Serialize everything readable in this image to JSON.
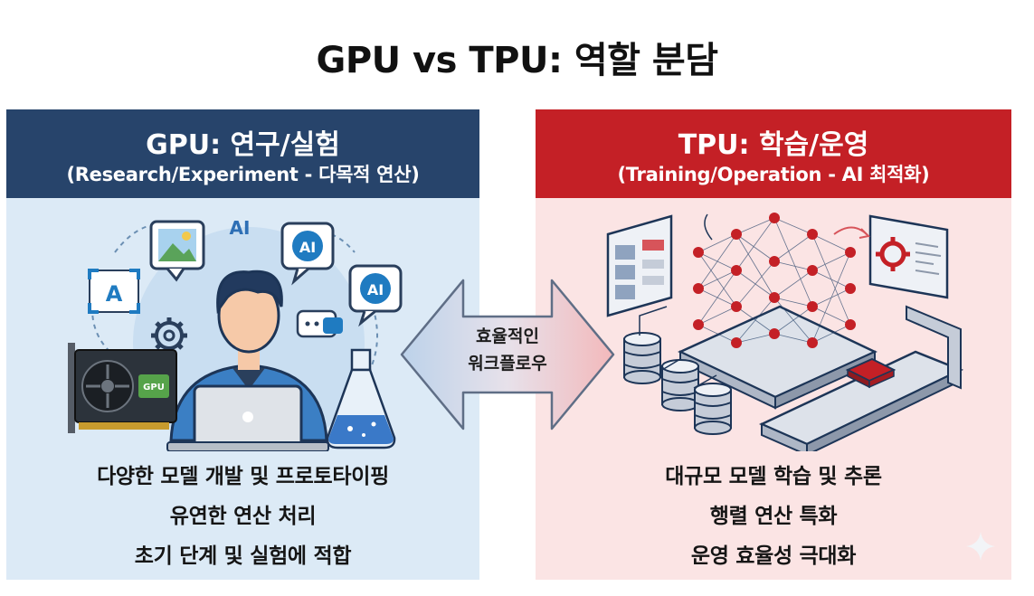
{
  "title": "GPU vs TPU: 역할 분담",
  "left_panel": {
    "heading": "GPU: 연구/실험",
    "subheading": "(Research/Experiment - 다목적 연산)",
    "illustration": {
      "ai_text": "AI",
      "bubble_ai_1": "AI",
      "bubble_ai_2": "AI",
      "gpu_card_label": "GPU",
      "image_icon_letter": "A"
    },
    "bullets": [
      "다양한 모델 개발 및 프로토타이핑",
      "유연한 연산 처리",
      "초기 단계 및 실험에 적합"
    ]
  },
  "right_panel": {
    "heading": "TPU: 학습/운영",
    "subheading": "(Training/Operation - AI 최적화)",
    "bullets": [
      "대규모 모델 학습 및 추론",
      "행렬 연산 특화",
      "운영 효율성 극대화"
    ]
  },
  "center": {
    "line1": "효율적인",
    "line2": "워크플로우"
  },
  "colors": {
    "left_header": "#27446b",
    "left_bg": "#dceaf6",
    "right_header": "#c42026",
    "right_bg": "#fbe4e4"
  }
}
